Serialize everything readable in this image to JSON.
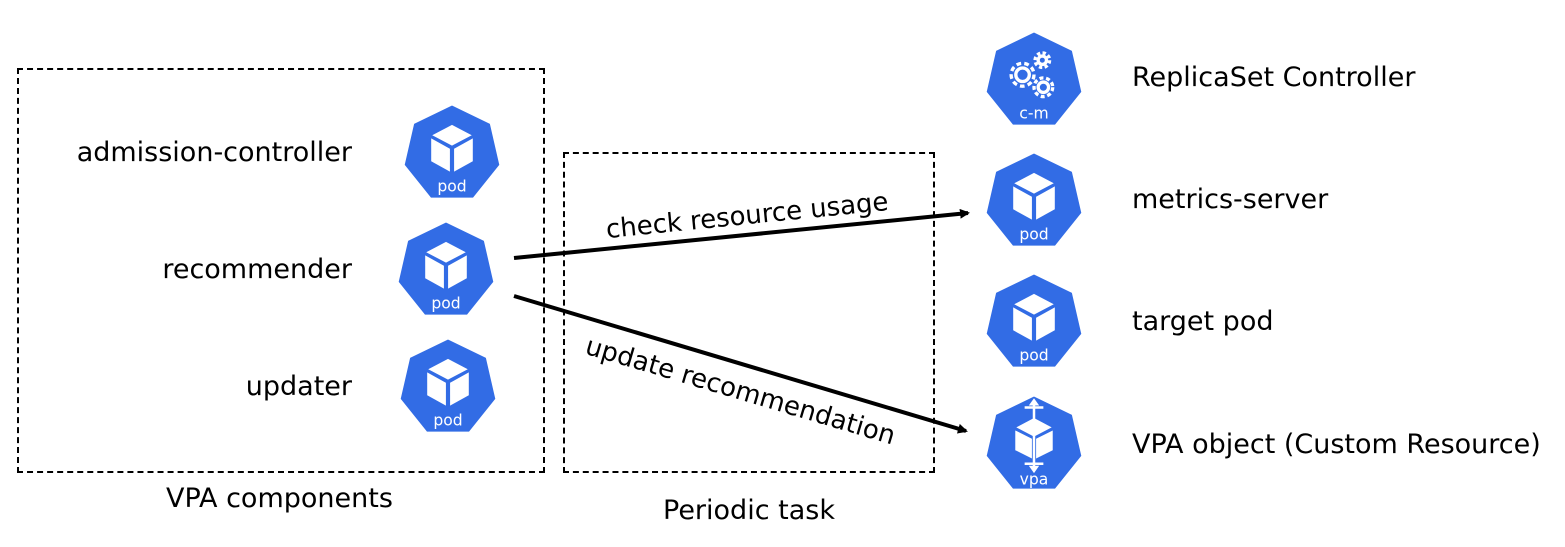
{
  "colors": {
    "k8s_blue": "#326ce5",
    "icon_white": "#ffffff",
    "stroke": "#000000"
  },
  "vpa_box": {
    "caption": "VPA components",
    "components": [
      {
        "label": "admission-controller",
        "icon": "pod-icon",
        "icon_text": "pod"
      },
      {
        "label": "recommender",
        "icon": "pod-icon",
        "icon_text": "pod"
      },
      {
        "label": "updater",
        "icon": "pod-icon",
        "icon_text": "pod"
      }
    ]
  },
  "periodic_box": {
    "caption": "Periodic task"
  },
  "arrows": {
    "check": "check resource usage",
    "update": "update recommendation"
  },
  "targets": [
    {
      "label": "ReplicaSet Controller",
      "icon": "controller-manager-icon",
      "icon_text": "c-m"
    },
    {
      "label": "metrics-server",
      "icon": "pod-icon",
      "icon_text": "pod"
    },
    {
      "label": "target pod",
      "icon": "pod-icon",
      "icon_text": "pod"
    },
    {
      "label": "VPA object (Custom Resource)",
      "icon": "vpa-icon",
      "icon_text": "vpa"
    }
  ]
}
